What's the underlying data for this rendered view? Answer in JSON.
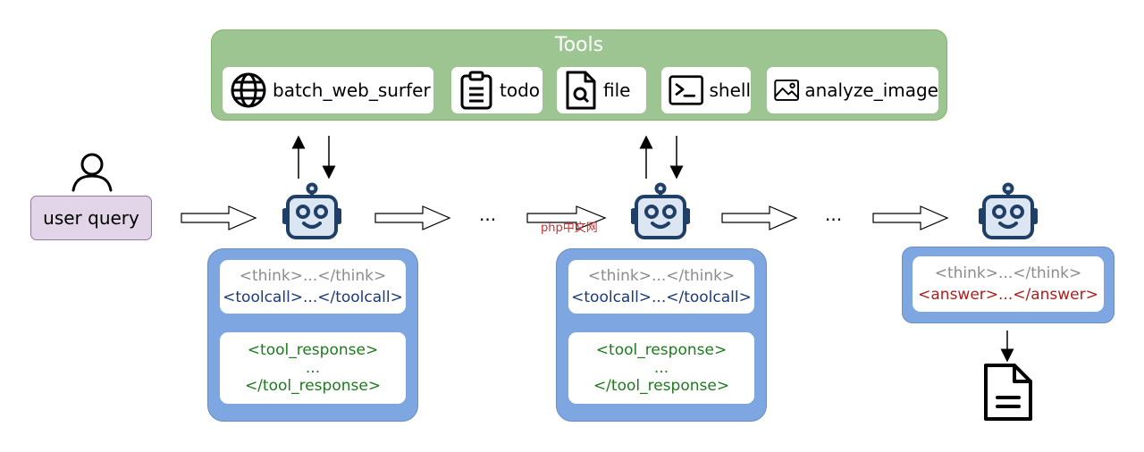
{
  "tools": {
    "title": "Tools",
    "items": [
      {
        "label": "batch_web_surfer",
        "icon": "globe-icon"
      },
      {
        "label": "todo",
        "icon": "clipboard-icon"
      },
      {
        "label": "file",
        "icon": "file-search-icon"
      },
      {
        "label": "shell",
        "icon": "terminal-icon"
      },
      {
        "label": "analyze_image",
        "icon": "image-icon"
      }
    ]
  },
  "user_query": "user query",
  "steps": [
    {
      "think": "<think>...</think>",
      "toolcall": "<toolcall>...</toolcall>",
      "response_open": "<tool_response>",
      "response_mid": "...",
      "response_close": "</tool_response>"
    },
    {
      "think": "<think>...</think>",
      "toolcall": "<toolcall>...</toolcall>",
      "response_open": "<tool_response>",
      "response_mid": "...",
      "response_close": "</tool_response>"
    }
  ],
  "final": {
    "think": "<think>...</think>",
    "answer": "<answer>...</answer>"
  },
  "ellipsis": "...",
  "watermark": "php中文网",
  "colors": {
    "tools_bg": "#9cc592",
    "query_bg": "#e1d5e7",
    "panel_bg": "#7ea6e0",
    "robot": "#1f3f66",
    "answer": "#b01c1c"
  }
}
